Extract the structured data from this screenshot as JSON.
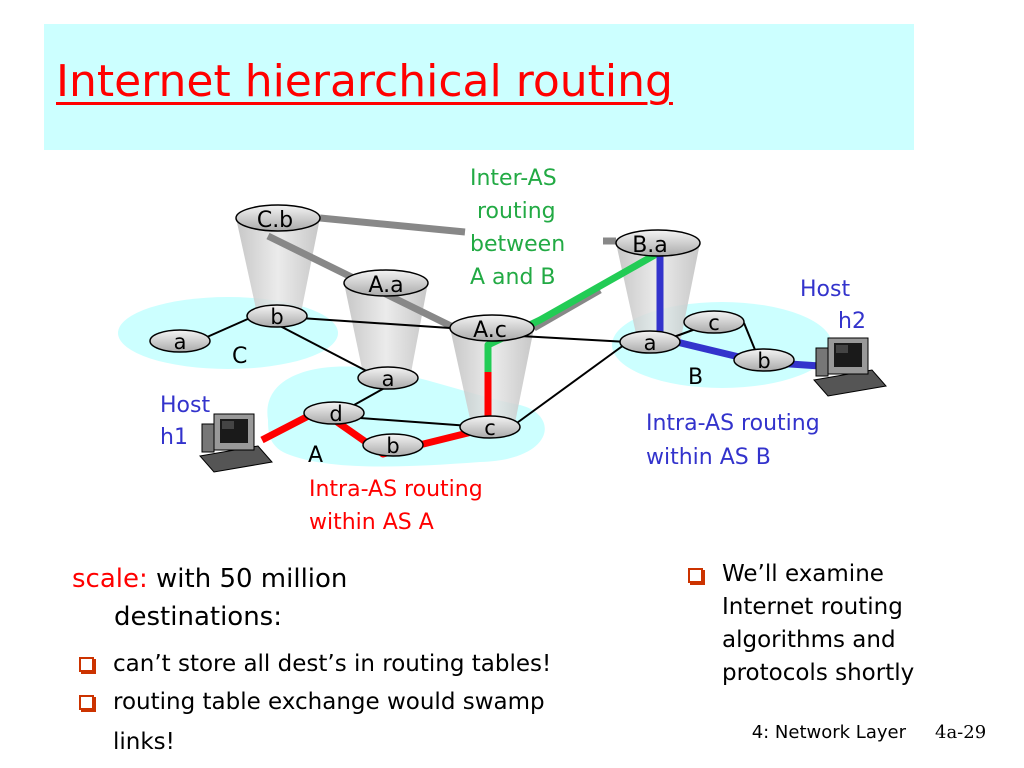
{
  "title": "Internet hierarchical routing",
  "diagram": {
    "routers": {
      "cb": "C.b",
      "aa": "A.a",
      "ac": "A.c",
      "ba": "B.a",
      "c_a": "a",
      "c_b": "b",
      "a_a": "a",
      "a_d": "d",
      "a_b": "b",
      "a_c": "c",
      "b_a": "a",
      "b_c": "c",
      "b_b": "b"
    },
    "as_labels": {
      "c": "C",
      "a": "A",
      "b": "B"
    },
    "inter_as_label": [
      "Inter-AS",
      " routing",
      "between",
      "A and B"
    ],
    "intra_a_label": [
      "Intra-AS routing",
      "within AS A"
    ],
    "intra_b_label": [
      "Intra-AS routing",
      "within AS B"
    ],
    "host1_label": [
      "Host",
      "h1"
    ],
    "host2_label": [
      "Host",
      "h2"
    ],
    "colors": {
      "inter": "#22cc55",
      "intra_a": "#ff0000",
      "intra_b": "#3333cc",
      "as_region": "#ccffff",
      "inter_link": "#888888",
      "title": "#ff0000"
    }
  },
  "left_text": {
    "scale_keyword": "scale:",
    "scale_rest": " with 50 million",
    "scale_cont": "destinations:",
    "bullets": [
      "can’t store all dest’s in routing tables!",
      "routing table exchange would swamp",
      "links!"
    ]
  },
  "right_text": {
    "lines": [
      "We’ll examine",
      "Internet routing",
      "algorithms and",
      "protocols shortly"
    ]
  },
  "footer": {
    "chapter": "4: Network Layer",
    "page": "4a-29"
  }
}
